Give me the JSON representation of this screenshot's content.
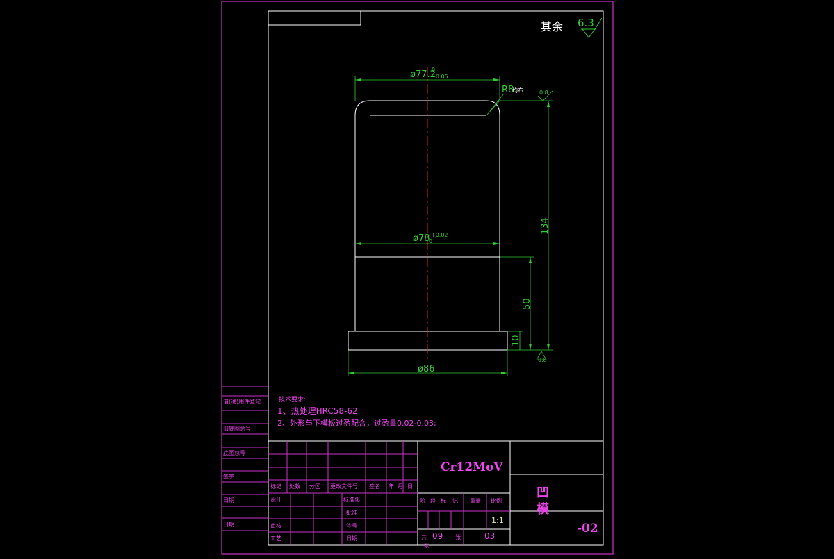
{
  "colors": {
    "background": "#000000",
    "frame": "#cc33cc",
    "outline": "#ffffff",
    "dimension": "#33cc33",
    "centerline": "#dd2222",
    "magenta_text": "#ee44ee",
    "yellow_text": "#e8e8a0"
  },
  "surface_finish": {
    "other_label": "其余",
    "other_value": "6.3",
    "top_value": "0.8",
    "bottom_value": "0.8"
  },
  "dimensions": {
    "top_diameter": "ø77.2",
    "top_tol_upper": "0",
    "top_tol_lower": "-0.05",
    "fillet": "R8",
    "fillet_note": "均布",
    "mid_diameter": "ø78",
    "mid_tol": "+0.02",
    "mid_tol_lower": "0",
    "total_height": "134",
    "lower_height": "50",
    "flange_height": "10",
    "base_diameter": "ø86"
  },
  "side_labels": [
    "借(通)用件登记",
    "旧底图总号",
    "底图总号",
    "签字",
    "日期",
    "日期"
  ],
  "tech_requirements": {
    "title": "技术要求:",
    "items": [
      "1、热处理HRC58-62",
      "2、外形与下模板过盈配合，过盈量0.02-0.03;"
    ]
  },
  "title_block": {
    "material": "Cr12MoV",
    "part_name_1": "凹",
    "part_name_2": "模",
    "drawing_number": "-02",
    "revision_headers": [
      "标记",
      "处数",
      "分区",
      "更改文件号",
      "签名",
      "年",
      "月",
      "日"
    ],
    "signature_labels": [
      "设计",
      "审核",
      "工艺"
    ],
    "signature_labels_right": [
      "标准化",
      "批准",
      "签号",
      "日期"
    ],
    "stage_headers": [
      "阶",
      "段",
      "标",
      "记",
      "重量",
      "比例"
    ],
    "scale": "1:1",
    "sheets_total_label": "共",
    "sheets_total": "09",
    "sheet_label": "张",
    "sheet_number": "03"
  }
}
